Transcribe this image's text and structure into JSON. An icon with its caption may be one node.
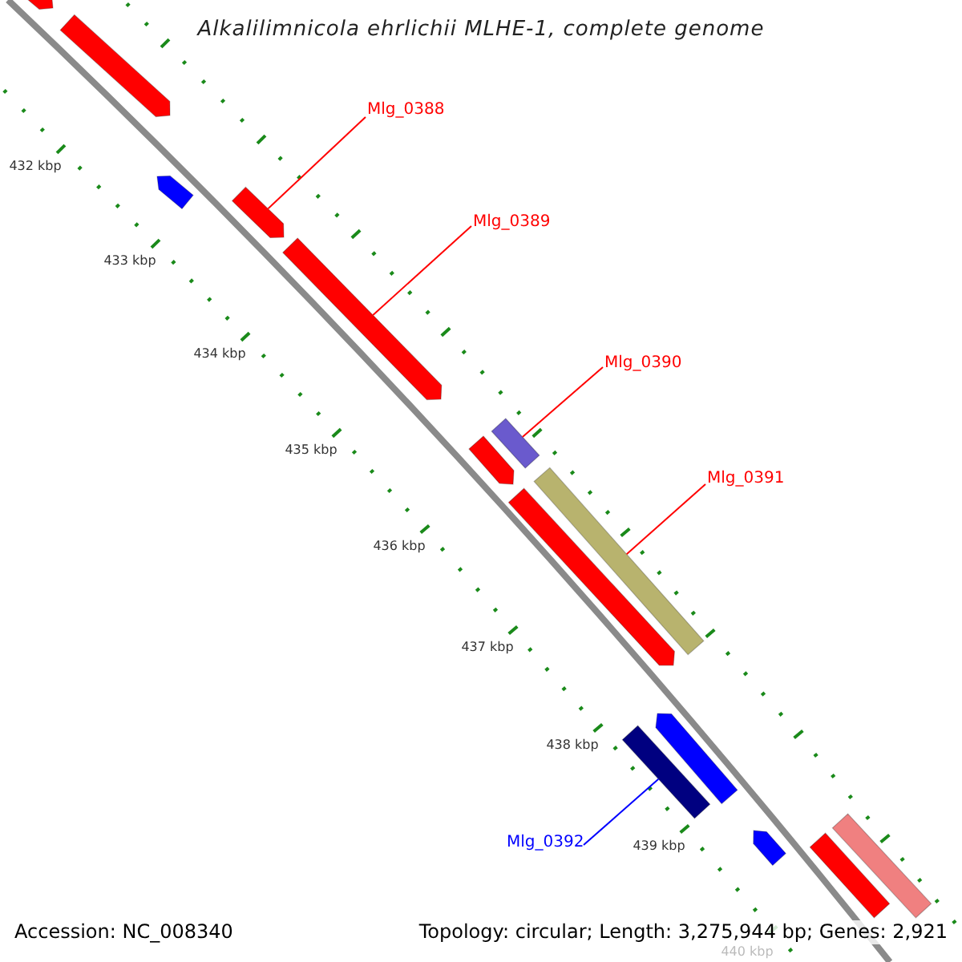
{
  "diagram": {
    "title": "Alkalilimnicola ehrlichii MLHE-1, complete genome",
    "nodes": [
      {
        "text": [],
        "shape": "bar"
      },
      {
        "text": [],
        "shape": "bar"
      },
      {
        "text": [],
        "shape": "bar"
      },
      {
        "text": [
          "Mlg_0388"
        ]
      },
      {
        "text": [],
        "shape": "bar"
      },
      {
        "text": [
          "Mlg_0389"
        ]
      },
      {
        "text": [],
        "shape": "bar"
      },
      {
        "text": [
          "Mlg_0390"
        ]
      },
      {
        "text": [],
        "shape": "bar"
      },
      {
        "text": [],
        "shape": "bar"
      },
      {
        "text": [
          "Mlg_0391"
        ]
      },
      {
        "text": [],
        "shape": "bar"
      },
      {
        "text": [],
        "shape": "bar"
      },
      {
        "text": [],
        "shape": "bar"
      },
      {
        "text": [],
        "shape": "bar"
      },
      {
        "text": [
          "Mlg_0392"
        ]
      },
      {
        "text": [],
        "shape": "bar"
      },
      {
        "text": [],
        "shape": "bar"
      },
      {
        "text": [],
        "shape": "bar"
      }
    ],
    "edges": [
      {
        "from": 3,
        "to": 4,
        "arrow": "none"
      },
      {
        "from": 5,
        "to": 6,
        "arrow": "none"
      },
      {
        "from": 7,
        "to": 8,
        "arrow": "none"
      },
      {
        "from": 10,
        "to": 11,
        "arrow": "none"
      },
      {
        "from": 15,
        "to": 14,
        "arrow": "none",
        "color": "#0000ff"
      }
    ],
    "labels": [
      "432 kbp",
      "433 kbp",
      "434 kbp",
      "435 kbp",
      "436 kbp",
      "437 kbp",
      "438 kbp",
      "439 kbp",
      "440 kbp",
      "Accession: NC_008340",
      "Topology: circular; Length: 3,275,944 bp; Genes: 2,921"
    ]
  }
}
